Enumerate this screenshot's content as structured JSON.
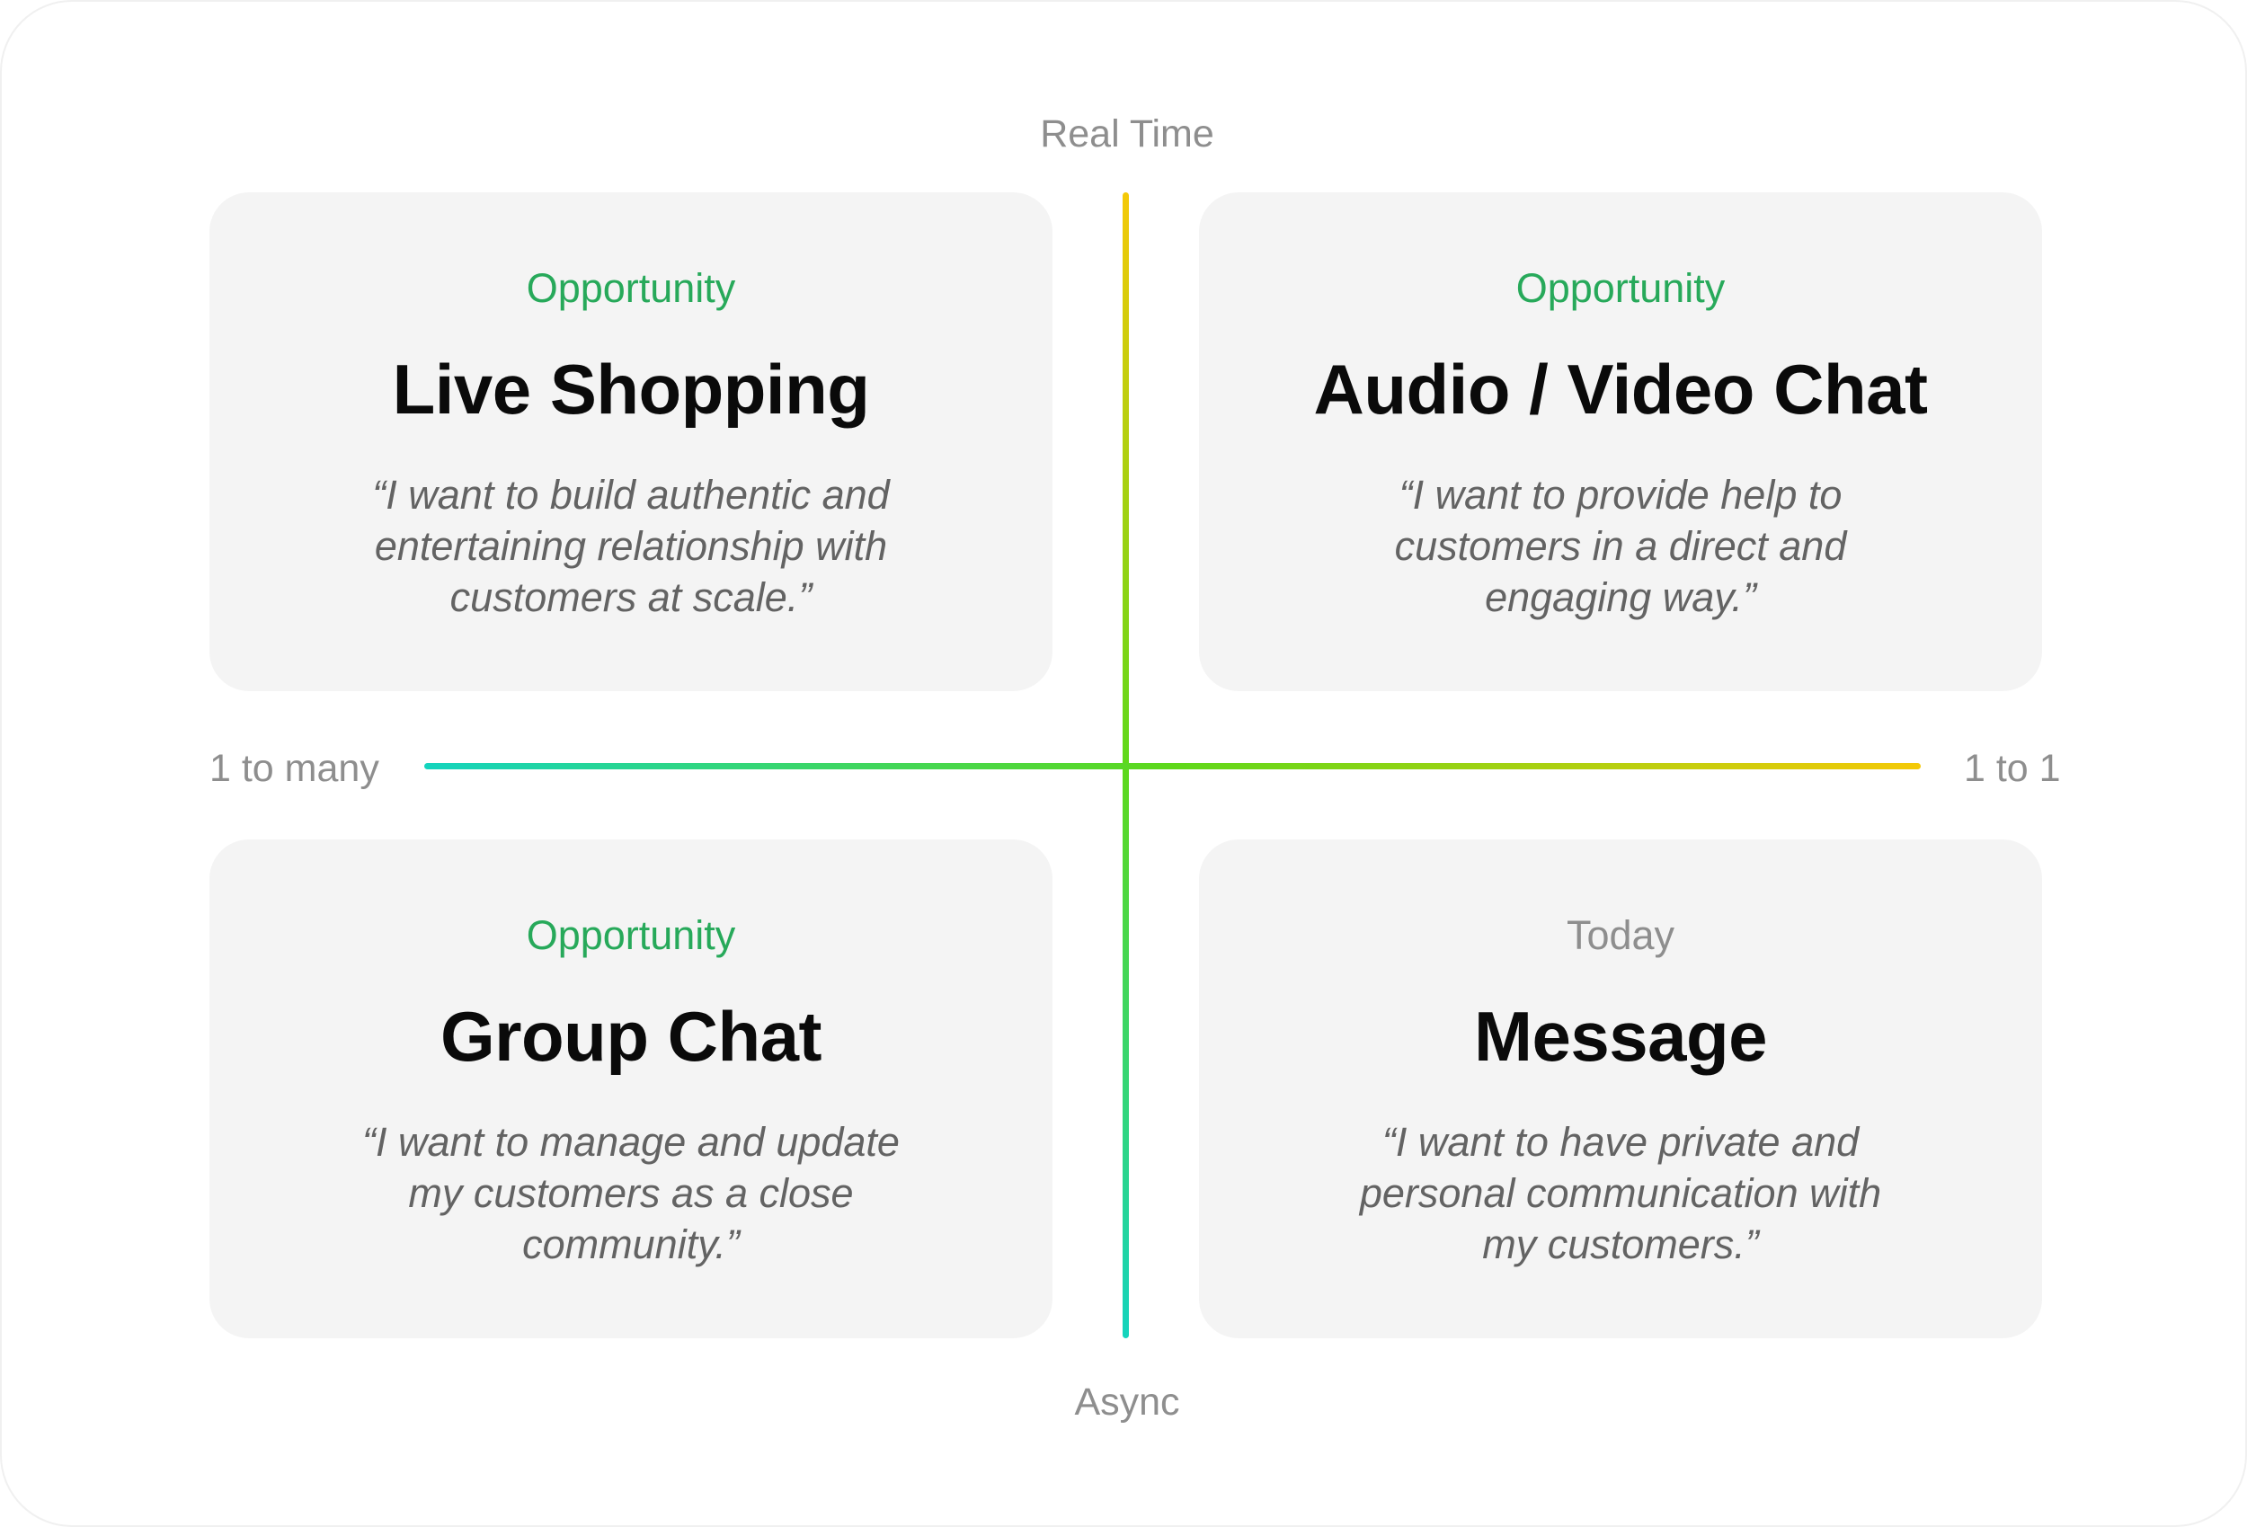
{
  "axes": {
    "top": "Real Time",
    "bottom": "Async",
    "left": "1 to many",
    "right": "1 to 1"
  },
  "colors": {
    "opportunity": "#27a95a",
    "today": "#8e8e8e",
    "axis_gradient_start": "#14d4be",
    "axis_gradient_mid": "#5ed81a",
    "axis_gradient_end": "#f5c907"
  },
  "quadrants": [
    {
      "status": "Opportunity",
      "status_type": "opportunity",
      "title": "Live Shopping",
      "quote": "“I want to build authentic and entertaining relationship with customers at scale.”"
    },
    {
      "status": "Opportunity",
      "status_type": "opportunity",
      "title": "Audio / Video Chat",
      "quote": "“I want to provide help to customers in a direct and engaging way.”"
    },
    {
      "status": "Opportunity",
      "status_type": "opportunity",
      "title": "Group Chat",
      "quote": "“I want to manage and update my customers as a close community.”"
    },
    {
      "status": "Today",
      "status_type": "today",
      "title": "Message",
      "quote": "“I want to have private and personal communication with my customers.”"
    }
  ]
}
